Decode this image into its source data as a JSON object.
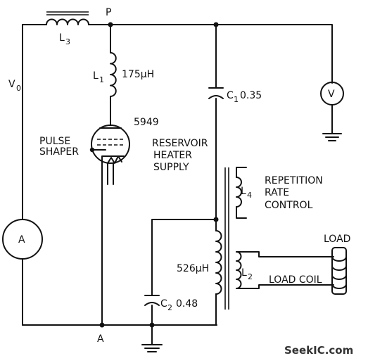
{
  "labels": {
    "node_p": "P",
    "node_a": "A",
    "v0": "V",
    "v0_sub": "0",
    "l3": "L",
    "l3_sub": "3",
    "l1": "L",
    "l1_sub": "1",
    "l1_value": "175μH",
    "tube_type": "5949",
    "pulse_shaper_line1": "PULSE",
    "pulse_shaper_line2": "SHAPER",
    "reservoir_line1": "RESERVOIR",
    "reservoir_line2": "HEATER",
    "reservoir_line3": "SUPPLY",
    "c1": "C",
    "c1_sub": "1",
    "c1_value": "0.35",
    "voltmeter": "V",
    "ammeter": "A",
    "l4": "L",
    "l4_sub": "4",
    "rep_line1": "REPETITION",
    "rep_line2": "RATE",
    "rep_line3": "CONTROL",
    "load": "LOAD",
    "l2_value": "526μH",
    "l2": "L",
    "l2_sub": "2",
    "load_coil": "LOAD COIL",
    "c2": "C",
    "c2_sub": "2",
    "c2_value": "0.48",
    "watermark": "SeekIC.com"
  }
}
